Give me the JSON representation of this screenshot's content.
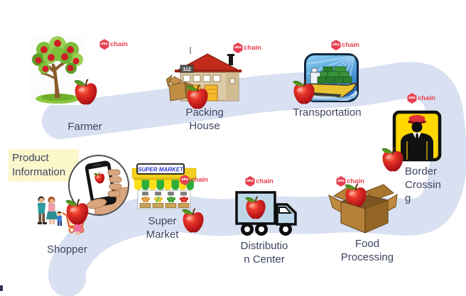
{
  "brand": {
    "aka": "aka",
    "chain": "chain",
    "logo_red": "#e8404f"
  },
  "callout": {
    "product_information": "Product\nInformation"
  },
  "stations": {
    "farmer": {
      "label": "Farmer",
      "icon": "apple-tree-icon"
    },
    "packing_house": {
      "label": "Packing\nHouse",
      "icon": "packing-house-icon"
    },
    "transportation": {
      "label": "Transportation",
      "icon": "cargo-ship-icon"
    },
    "border_crossing": {
      "label": "Border\nCrossin\ng",
      "icon": "customs-officer-sign-icon"
    },
    "food_processing": {
      "label": "Food\nProcessing",
      "icon": "open-carton-box-icon"
    },
    "distribution_center": {
      "label": "Distributio\nn Center",
      "icon": "delivery-truck-icon"
    },
    "super_market": {
      "label": "Super\nMarket",
      "icon": "storefront-icon"
    },
    "shopper": {
      "label": "Shopper",
      "icon": "family-with-cart-icon"
    }
  },
  "signs": {
    "super_market": "SUPER MARKET",
    "packing_house_number": "112"
  },
  "colors": {
    "ribbon": "#d8e0f1",
    "label_text": "#3e4462",
    "callout_highlight": "#fbf7cb",
    "border_sign_yellow": "#ffd800",
    "apple_red": "#c01418"
  }
}
